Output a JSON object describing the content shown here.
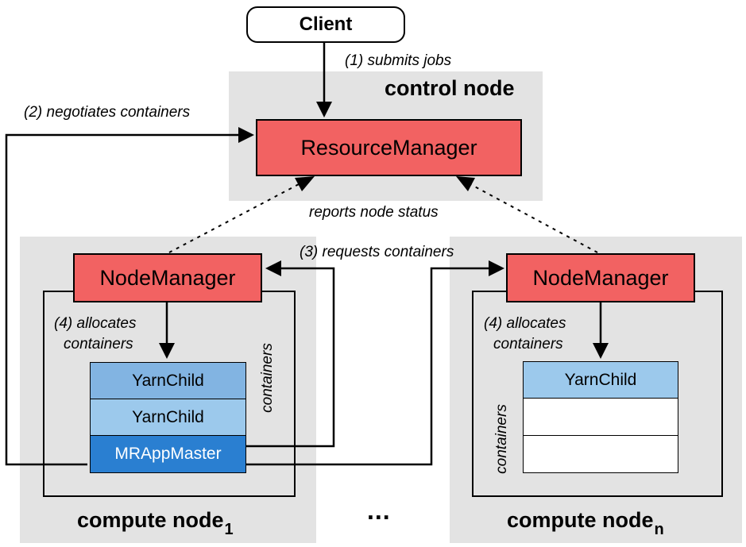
{
  "client": {
    "label": "Client"
  },
  "control_node": {
    "title": "control node",
    "resource_manager": "ResourceManager"
  },
  "compute_node_1": {
    "title": "compute node",
    "subscript": "1",
    "node_manager": "NodeManager",
    "allocates_label_line1": "(4) allocates",
    "allocates_label_line2": "containers",
    "containers_label": "containers",
    "containers": [
      "YarnChild",
      "YarnChild",
      "MRAppMaster"
    ]
  },
  "compute_node_n": {
    "title": "compute node",
    "subscript": "n",
    "node_manager": "NodeManager",
    "allocates_label_line1": "(4) allocates",
    "allocates_label_line2": "containers",
    "containers_label": "containers",
    "containers": [
      "YarnChild",
      "",
      ""
    ]
  },
  "edges": {
    "submits_jobs": "(1) submits jobs",
    "negotiates_containers": "(2) negotiates containers",
    "requests_containers": "(3) requests containers",
    "reports_node_status": "reports node status"
  },
  "ellipsis": "...",
  "colors": {
    "manager": "#f26262",
    "region": "#e3e3e3",
    "yarnchild_1": "#82b4e2",
    "yarnchild_2": "#9cc9ec",
    "mrappmaster": "#2a7fd1",
    "empty_slot": "#ffffff"
  }
}
